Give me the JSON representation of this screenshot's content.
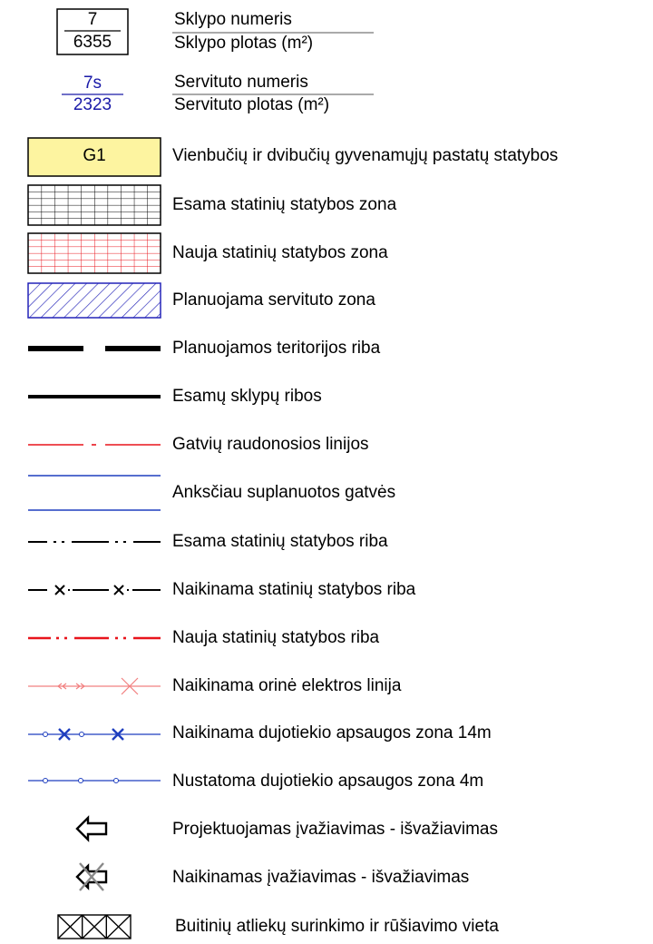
{
  "header": {
    "plot_number": "7",
    "plot_area": "6355",
    "plot_number_label": "Sklypo numeris",
    "plot_area_label": "Sklypo plotas (m²)",
    "servitude_number": "7s",
    "servitude_area": "2323",
    "servitude_number_label": "Servituto numeris",
    "servitude_area_label": "Servituto plotas (m²)"
  },
  "legend": [
    {
      "symbol": "G1",
      "label": "Vienbučių ir dvibučių gyvenamųjų pastatų statybos"
    },
    {
      "label": "Esama statinių statybos zona"
    },
    {
      "label": "Nauja statinių statybos zona"
    },
    {
      "label": "Planuojama servituto zona"
    },
    {
      "label": "Planuojamos teritorijos riba"
    },
    {
      "label": "Esamų sklypų ribos"
    },
    {
      "label": "Gatvių raudonosios linijos"
    },
    {
      "label": "Anksčiau suplanuotos gatvės"
    },
    {
      "label": "Esama statinių statybos riba"
    },
    {
      "label": "Naikinama statinių statybos riba"
    },
    {
      "label": "Nauja statinių statybos riba"
    },
    {
      "label": "Naikinama orinė elektros linija"
    },
    {
      "label": "Naikinama dujotiekio apsaugos zona 14m"
    },
    {
      "label": "Nustatoma dujotiekio apsaugos zona 4m"
    },
    {
      "label": "Projektuojamas įvažiavimas - išvažiavimas"
    },
    {
      "label": "Naikinamas įvažiavimas - išvažiavimas"
    },
    {
      "label": "Buitinių atliekų surinkimo ir rūšiavimo vieta"
    }
  ],
  "colors": {
    "red": "#e8141c",
    "blue": "#1f3fbf",
    "zone_fill": "#fdf4a0",
    "hatch_blue": "#2424b8",
    "light_red": "#f28080"
  }
}
